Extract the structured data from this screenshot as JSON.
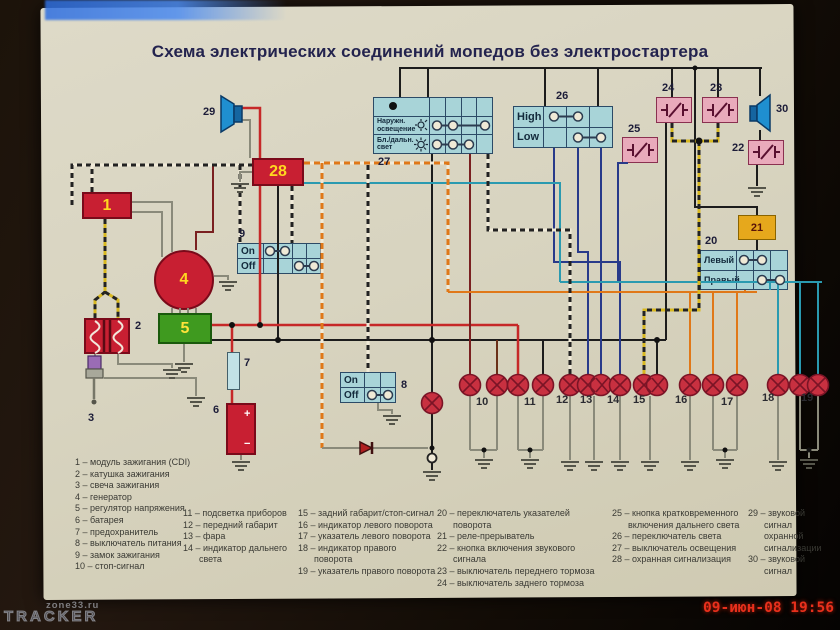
{
  "title": "Схема электрических соединений мопедов без электростартера",
  "photo": {
    "timestamp": "09-июн-08 19:56",
    "watermark_site": "zone33.ru",
    "watermark": "TRACKER"
  },
  "blocks": {
    "b1": "1",
    "b2": "2",
    "b3": "3",
    "b4": "4",
    "b5": "5",
    "b6": "6",
    "b7": "7",
    "b8": "8",
    "b9": "9",
    "b20": "20",
    "b21": "21",
    "b22": "22",
    "b23": "23",
    "b24": "24",
    "b25": "25",
    "b26": "26",
    "b27": "27",
    "b28": "28",
    "b29": "29",
    "b30": "30"
  },
  "switches": {
    "s27": {
      "row1": "Наружн. освещение",
      "row2": "Бл./дальн. свет"
    },
    "s26": {
      "row1": "High",
      "row2": "Low"
    },
    "s9": {
      "row1": "On",
      "row2": "Off"
    },
    "s8": {
      "row1": "On",
      "row2": "Off"
    },
    "s20": {
      "row1": "Левый",
      "row2": "Правый"
    }
  },
  "battery": {
    "plus": "+",
    "minus": "−"
  },
  "lamp_numbers": [
    "10",
    "11",
    "12",
    "13",
    "14",
    "15",
    "16",
    "17",
    "18",
    "19"
  ],
  "legend": {
    "col1": [
      "1 – модуль зажигания (CDI)",
      "2 – катушка зажигания",
      "3 – свеча зажигания",
      "4 – генератор",
      "5 – регулятор напряжения",
      "6 – батарея",
      "7 – предохранитель",
      "8 – выключатель питания",
      "9 – замок зажигания",
      "10 – стоп-сигнал"
    ],
    "col2": [
      "11 – подсветка приборов",
      "12 – передний габарит",
      "13 – фара",
      "14 – индикатор дальнего света"
    ],
    "col3": [
      "15 – задний габарит/стоп-сигнал",
      "16 – индикатор левого поворота",
      "17 – указатель левого поворота",
      "18 – индикатор правого поворота",
      "19 – указатель правого поворота"
    ],
    "col4": [
      "20 – переключатель указателей поворота",
      "21 – реле-прерыватель",
      "22 – кнопка включения звукового сигнала",
      "23 – выключатель переднего тормоза",
      "24 – выключатель заднего тормоза"
    ],
    "col5": [
      "25 – кнопка кратковременного включения дальнего света",
      "26 – переключатель света",
      "27 – выключатель освещения",
      "28 – охранная сигнализация"
    ],
    "col6": [
      "29 – звуковой сигнал охранной сигнализации",
      "30 – звуковой сигнал"
    ]
  }
}
